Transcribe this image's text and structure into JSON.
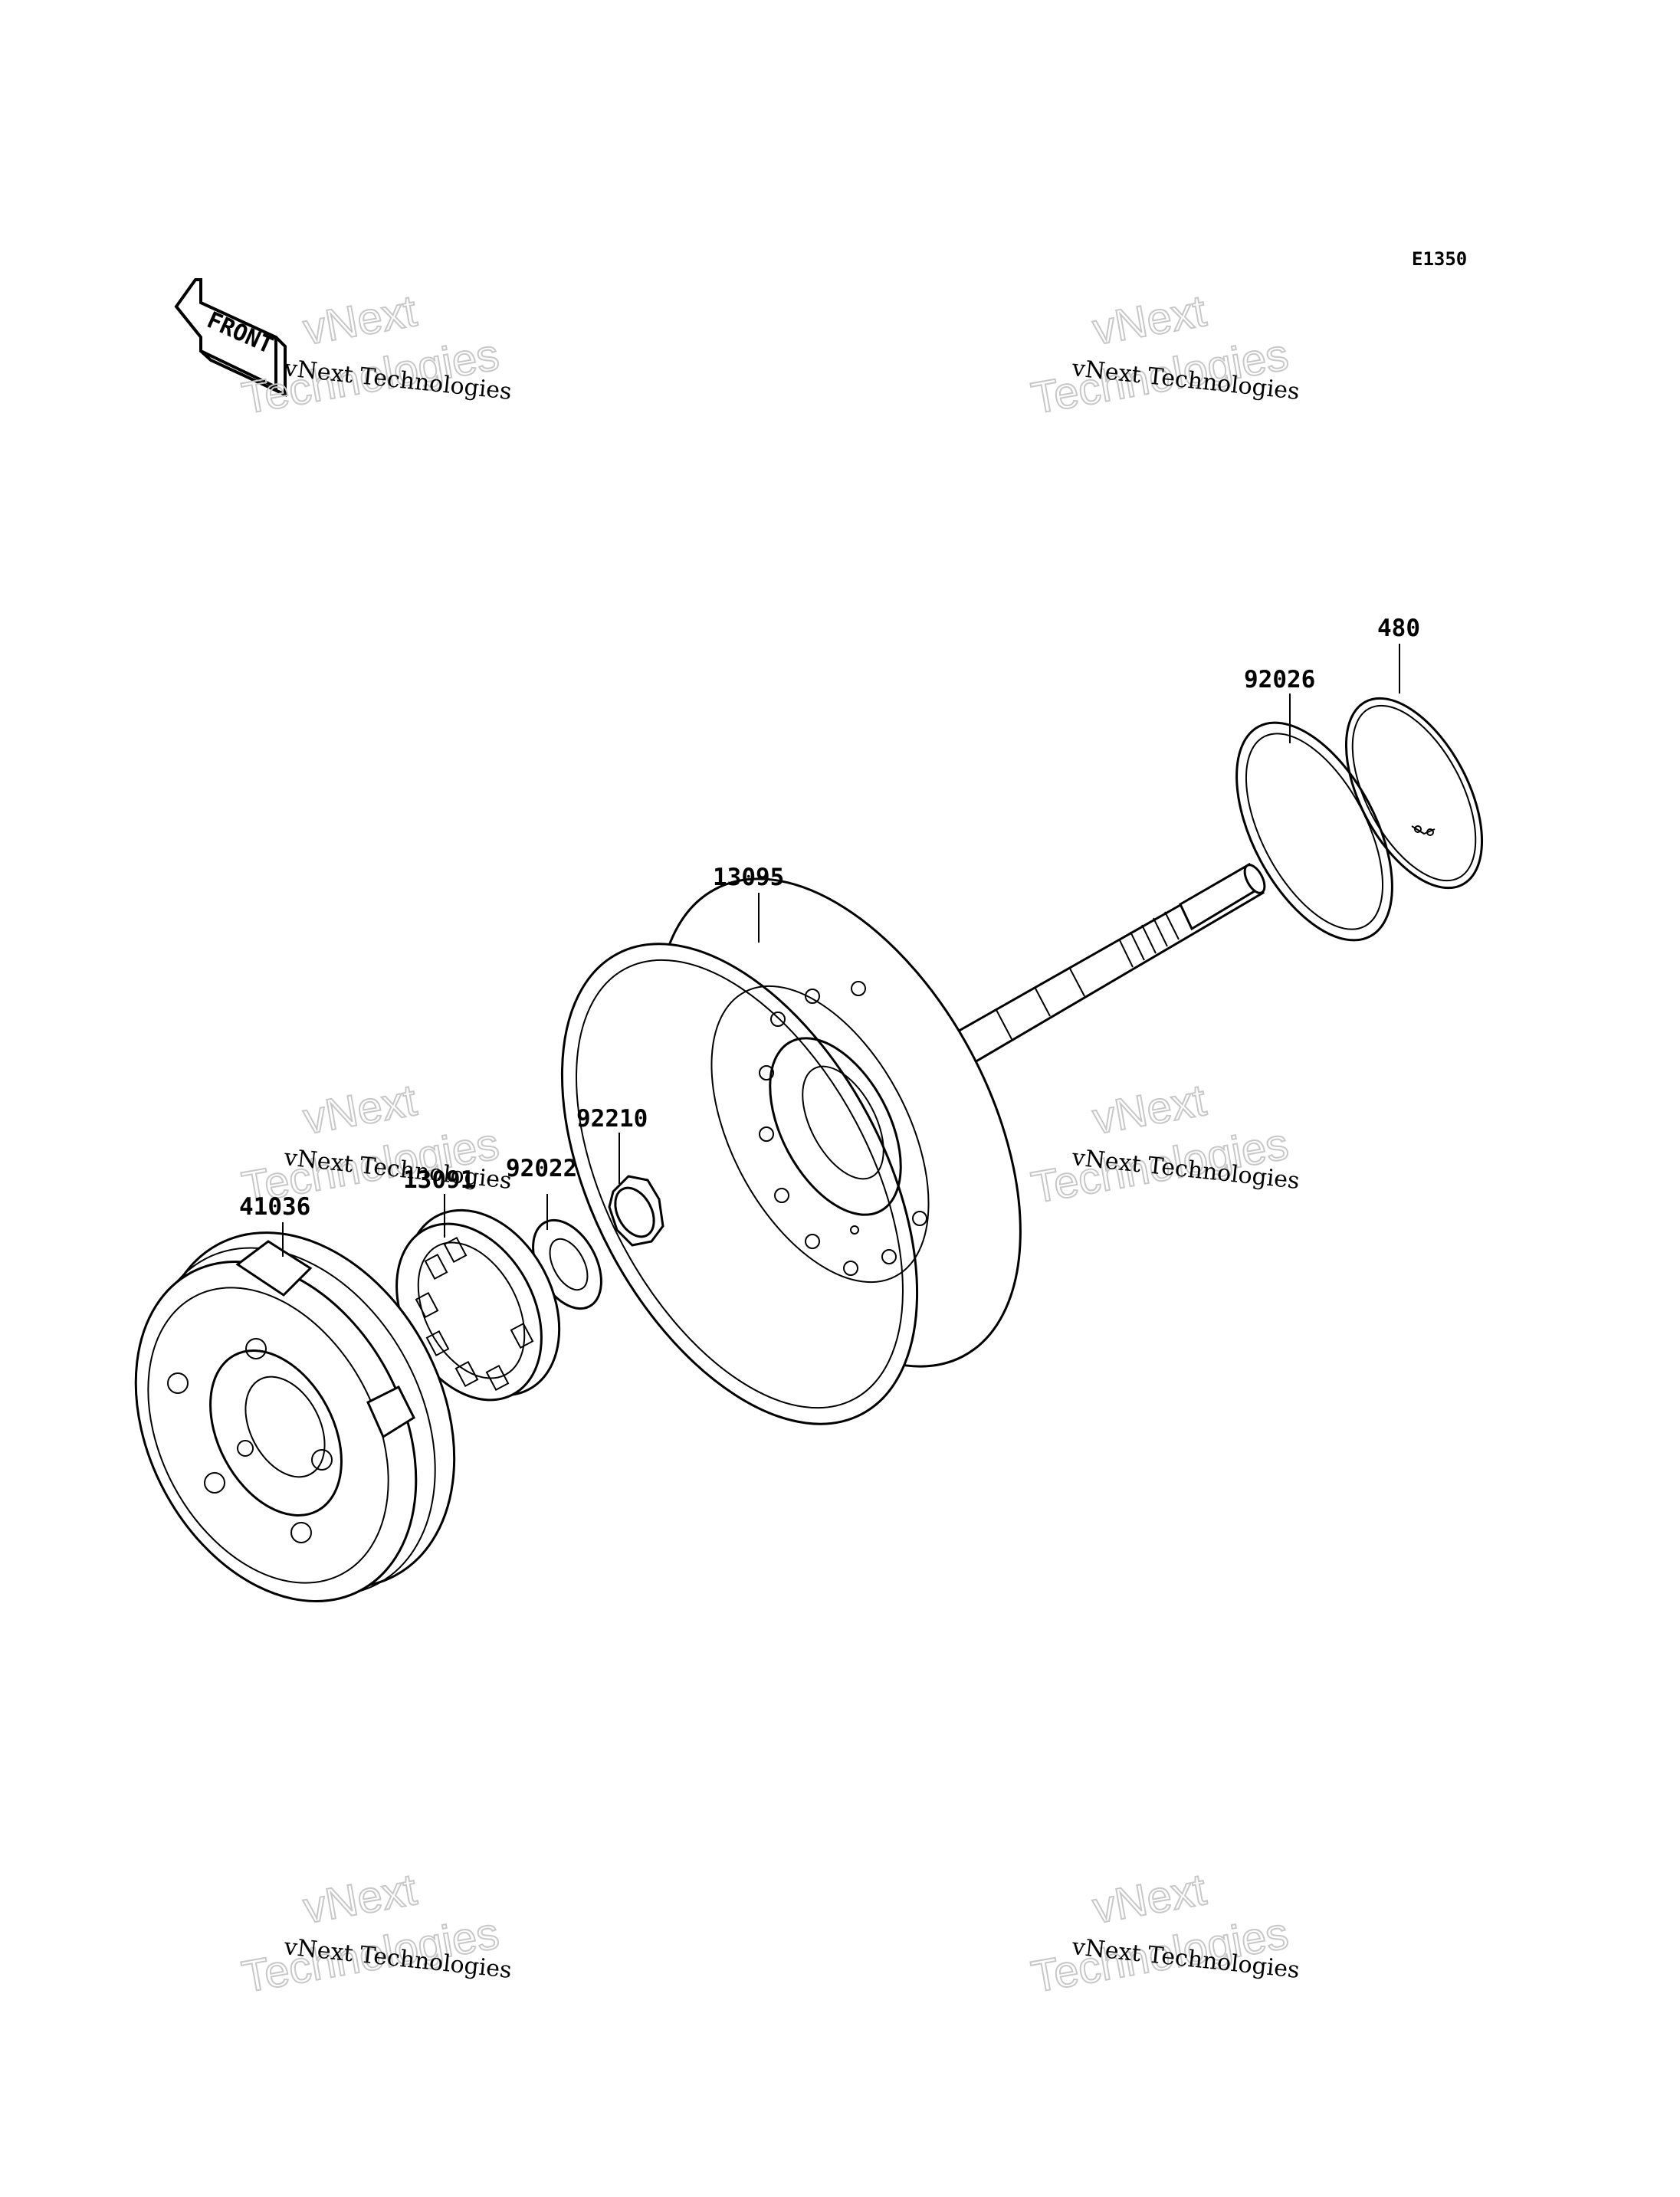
{
  "diagram": {
    "code": "E1350",
    "front_label": "FRONT"
  },
  "parts": [
    {
      "number": "41036"
    },
    {
      "number": "13091"
    },
    {
      "number": "92022"
    },
    {
      "number": "92210"
    },
    {
      "number": "13095"
    },
    {
      "number": "92026"
    },
    {
      "number": "480"
    }
  ],
  "watermark": {
    "line1": "vNext",
    "line2": "Technologies",
    "small": "vNext Technologies"
  }
}
